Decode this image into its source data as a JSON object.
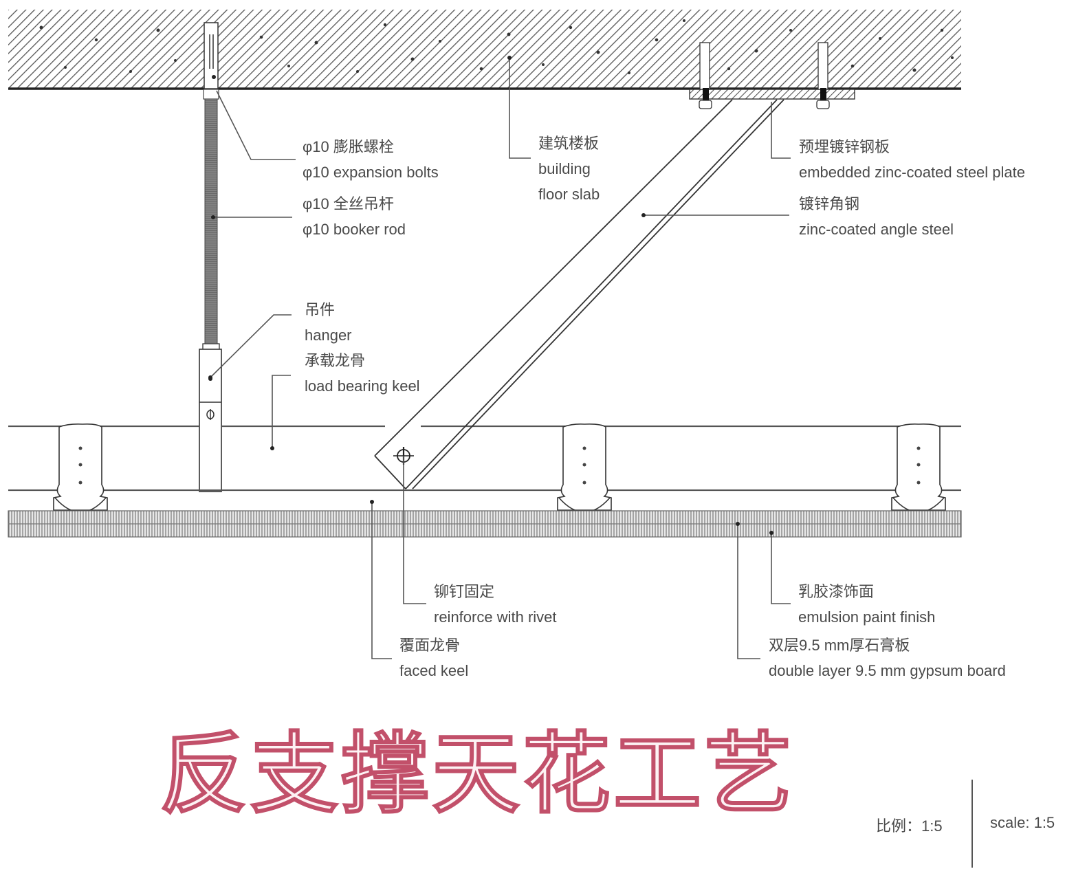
{
  "diagram": {
    "title": "反支撑天花工艺",
    "scale_cn": "比例：1:5",
    "scale_en": "scale: 1:5",
    "labels": {
      "expansion_bolt": {
        "cn": "φ10 膨胀螺栓",
        "en": "φ10 expansion bolts"
      },
      "booker_rod": {
        "cn": "φ10 全丝吊杆",
        "en": "φ10 booker rod"
      },
      "floor_slab": {
        "cn": "建筑楼板",
        "en1": "building",
        "en2": "floor slab"
      },
      "steel_plate": {
        "cn": "预埋镀锌钢板",
        "en": "embedded zinc-coated steel plate"
      },
      "angle_steel": {
        "cn": "镀锌角钢",
        "en": "zinc-coated angle steel"
      },
      "hanger": {
        "cn": "吊件",
        "en": "hanger"
      },
      "load_keel": {
        "cn": "承载龙骨",
        "en": "load bearing keel"
      },
      "rivet": {
        "cn": "铆钉固定",
        "en": "reinforce with rivet"
      },
      "faced_keel": {
        "cn": "覆面龙骨",
        "en": "faced keel"
      },
      "paint": {
        "cn": "乳胶漆饰面",
        "en": "emulsion paint finish"
      },
      "gypsum": {
        "cn": "双层9.5 mm厚石膏板",
        "en": "double layer 9.5 mm gypsum board"
      }
    },
    "colors": {
      "line": "#3a3a3a",
      "text": "#4a4a4a",
      "title_stroke": "#c2506a",
      "title_fill": "#fdf2f4"
    }
  }
}
